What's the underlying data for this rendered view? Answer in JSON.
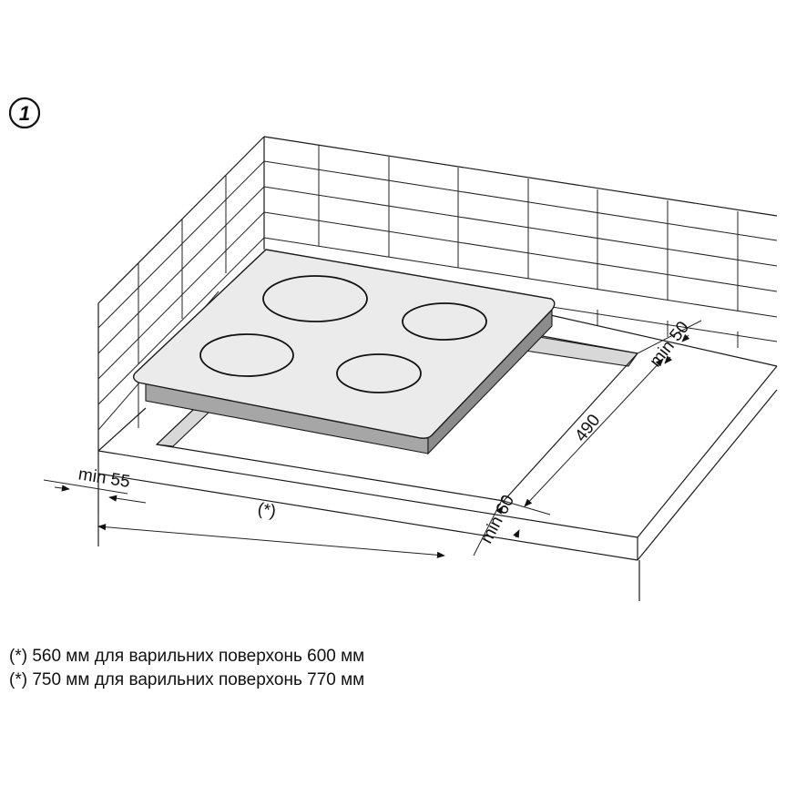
{
  "step_number": "1",
  "dimensions": {
    "depth": "490",
    "rear_clearance": "min 50",
    "side_clearance": "min 55",
    "front_clearance": "min 60",
    "width_marker": "(*)"
  },
  "notes": [
    "(*) 560 мм для варильних поверхонь 600 мм",
    "(*) 750 мм для варильних поверхонь 770 мм"
  ]
}
